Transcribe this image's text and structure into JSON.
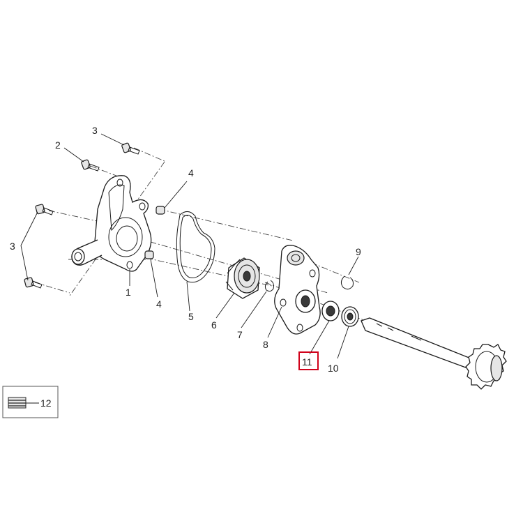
{
  "callouts": {
    "c1": "1",
    "c2": "2",
    "c3_top": "3",
    "c3_left": "3",
    "c4_top": "4",
    "c4_bottom": "4",
    "c5": "5",
    "c6": "6",
    "c7": "7",
    "c8": "8",
    "c9": "9",
    "c10": "10",
    "c11": "11",
    "c12": "12"
  },
  "highlight_color": "#d0021b",
  "highlighted_callout": "11"
}
